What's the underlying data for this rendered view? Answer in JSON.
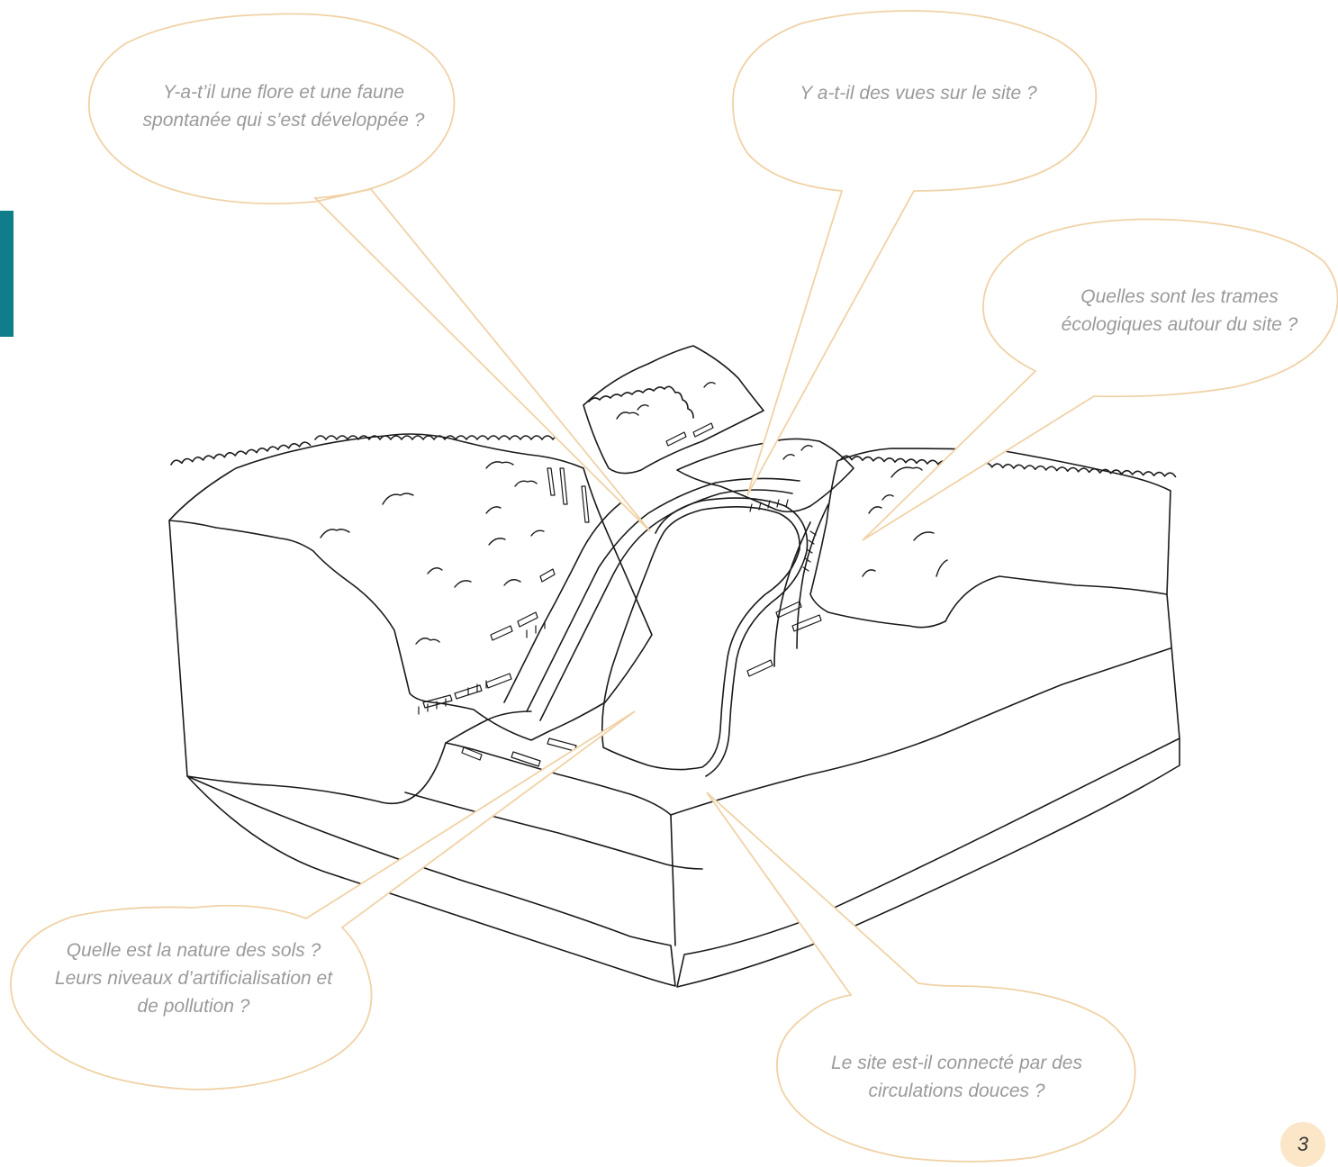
{
  "colors": {
    "bubble_stroke": "#f0d2a6",
    "sketch_stroke": "#1a1a1a",
    "text": "#9a9a9a",
    "side_tab": "#0f7e8a",
    "page_badge": "#fbe6c8"
  },
  "callouts": [
    {
      "text": "Y-a-t’il une flore et une faune spontanée qui s’est développée ?"
    },
    {
      "text": "Y a-t-il des vues sur le site ?"
    },
    {
      "text": "Quelles sont les trames écologiques autour du site ?"
    },
    {
      "text": "Quelle est la nature des sols ? Leurs niveaux d’artificialisation et de pollution ?"
    },
    {
      "text": "Le site est-il connecté par des circulations douces ?"
    }
  ],
  "page_number": "3"
}
